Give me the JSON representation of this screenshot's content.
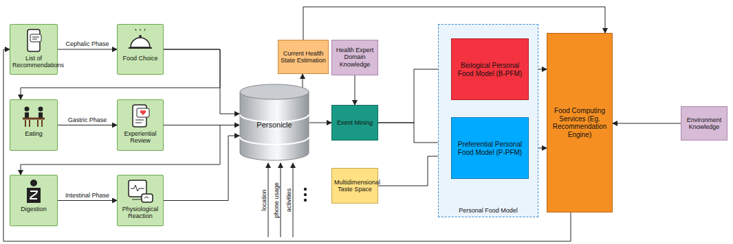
{
  "diagram": {
    "nodes": [
      {
        "text": [
          "List of Recommendations"
        ]
      },
      {
        "text": [
          "Food Choice"
        ]
      },
      {
        "text": [
          "Eating"
        ]
      },
      {
        "text": [
          "Experiential Review"
        ]
      },
      {
        "text": [
          "Digestion"
        ]
      },
      {
        "text": [
          "Physiological Reaction"
        ]
      },
      {
        "text": [
          "Current Health State Estimation"
        ]
      },
      {
        "text": [
          "Personicle"
        ]
      },
      {
        "text": [
          "Health Expert Domain Knowledge"
        ]
      },
      {
        "text": [
          "Event Mining"
        ]
      },
      {
        "text": [
          "Multidimensional Taste Space"
        ]
      },
      {
        "text": [
          "Personal Food Model"
        ]
      },
      {
        "text": [
          "Biological Personal Food Model (B-PFM)"
        ],
        "in": 11
      },
      {
        "text": [
          "Preferential Personal Food Model (P-PFM)"
        ],
        "in": 11
      },
      {
        "text": [
          "Food Computing Services (Eg. Recommendation Engine)"
        ]
      },
      {
        "text": [
          "Environment Knowledge"
        ]
      }
    ],
    "edges": [
      {
        "from": 0,
        "to": 1,
        "label": "Cephalic Phase",
        "arrow": "to"
      },
      {
        "from": 2,
        "to": 3,
        "label": "Gastric Phase",
        "arrow": "to"
      },
      {
        "from": 4,
        "to": 5,
        "label": "Intestinal Phase",
        "arrow": "to"
      },
      {
        "from": 1,
        "to": 2,
        "arrow": "to"
      },
      {
        "from": 3,
        "to": 4,
        "arrow": "to"
      },
      {
        "from": 1,
        "to": 7,
        "arrow": "to"
      },
      {
        "from": 3,
        "to": 7,
        "arrow": "to"
      },
      {
        "from": 5,
        "to": 7,
        "arrow": "to"
      },
      {
        "from": 7,
        "to": 6,
        "arrow": "to"
      },
      {
        "from": 6,
        "to": 14,
        "arrow": "to"
      },
      {
        "from": 7,
        "to": 9,
        "arrow": "to"
      },
      {
        "from": 8,
        "to": 9,
        "arrow": "to"
      },
      {
        "from": 9,
        "to": 12,
        "arrow": "to"
      },
      {
        "from": 9,
        "to": 13,
        "arrow": "to"
      },
      {
        "from": 10,
        "to": 13,
        "arrow": "to"
      },
      {
        "from": 12,
        "to": 14,
        "arrow": "to"
      },
      {
        "from": 13,
        "to": 14,
        "arrow": "to"
      },
      {
        "from": 15,
        "to": 14,
        "arrow": "to"
      },
      {
        "from": 14,
        "to": 0,
        "arrow": "to"
      }
    ],
    "labels": [
      "location",
      "phone usage",
      "activities"
    ]
  }
}
